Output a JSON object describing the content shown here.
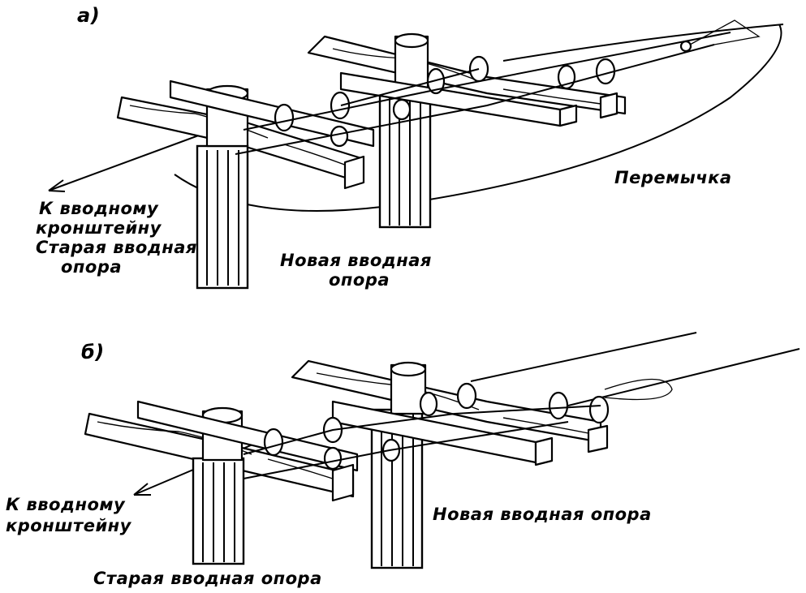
{
  "figure": {
    "panels": [
      {
        "id": "a",
        "letter": "а)",
        "labels": {
          "to_bracket": [
            "К вводному",
            "кронштейну"
          ],
          "old_pole": [
            "Старая вводная",
            "опора"
          ],
          "new_pole": [
            "Новая вводная",
            "опора"
          ],
          "jumper": "Перемычка"
        }
      },
      {
        "id": "b",
        "letter": "б)",
        "labels": {
          "to_bracket": [
            "К вводному",
            "кронштейну"
          ],
          "new_pole": "Новая вводная опора",
          "old_pole": "Старая вводная опора"
        }
      }
    ],
    "style": {
      "ink": "#000000",
      "paper": "#ffffff"
    }
  }
}
